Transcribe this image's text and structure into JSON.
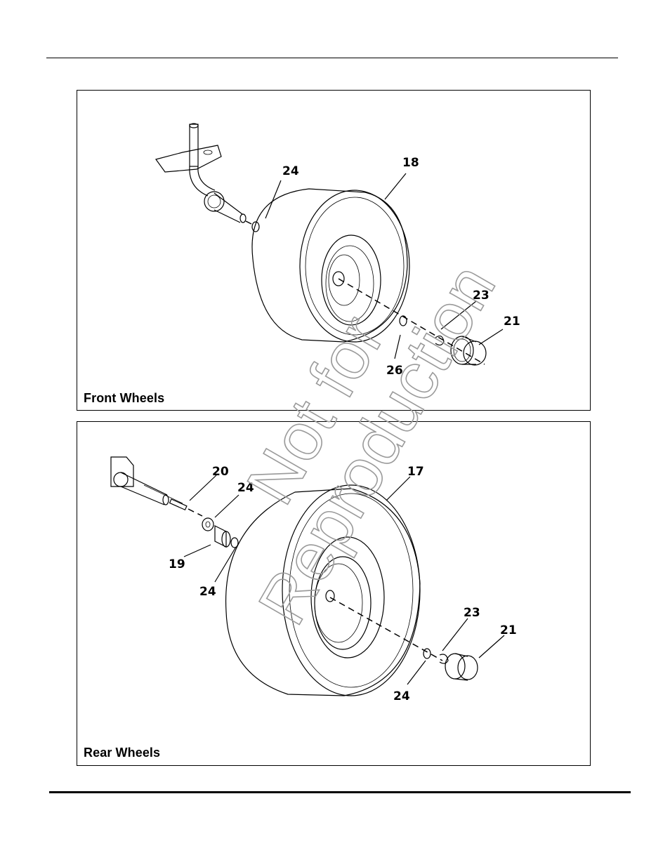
{
  "panels": {
    "front": {
      "caption": "Front Wheels",
      "callouts": [
        "24",
        "18",
        "23",
        "21",
        "26"
      ]
    },
    "rear": {
      "caption": "Rear Wheels",
      "callouts": [
        "20",
        "24",
        "17",
        "19",
        "24",
        "23",
        "21",
        "24"
      ]
    }
  },
  "watermark": {
    "line1": "Not for",
    "line2": "Reproduction"
  }
}
